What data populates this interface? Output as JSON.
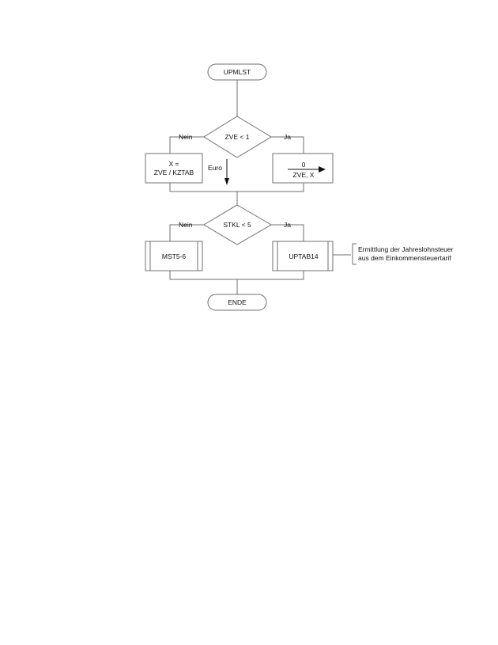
{
  "flowchart": {
    "start_label": "UPMLST",
    "end_label": "ENDE",
    "decision1": {
      "condition": "ZVE < 1",
      "no_label": "Nein",
      "yes_label": "Ja",
      "no_box_line1": "X =",
      "no_box_line2": "ZVE / KZTAB",
      "yes_box_value": "0",
      "yes_box_targets": "ZVE, X",
      "flow_note": "Euro"
    },
    "decision2": {
      "condition": "STKL < 5",
      "no_label": "Nein",
      "yes_label": "Ja",
      "no_subroutine": "MST5-6",
      "yes_subroutine": "UPTAB14"
    },
    "annotation": {
      "line1": "Ermittlung der Jahreslohnsteuer",
      "line2": "aus dem Einkommensteuertarif"
    }
  }
}
